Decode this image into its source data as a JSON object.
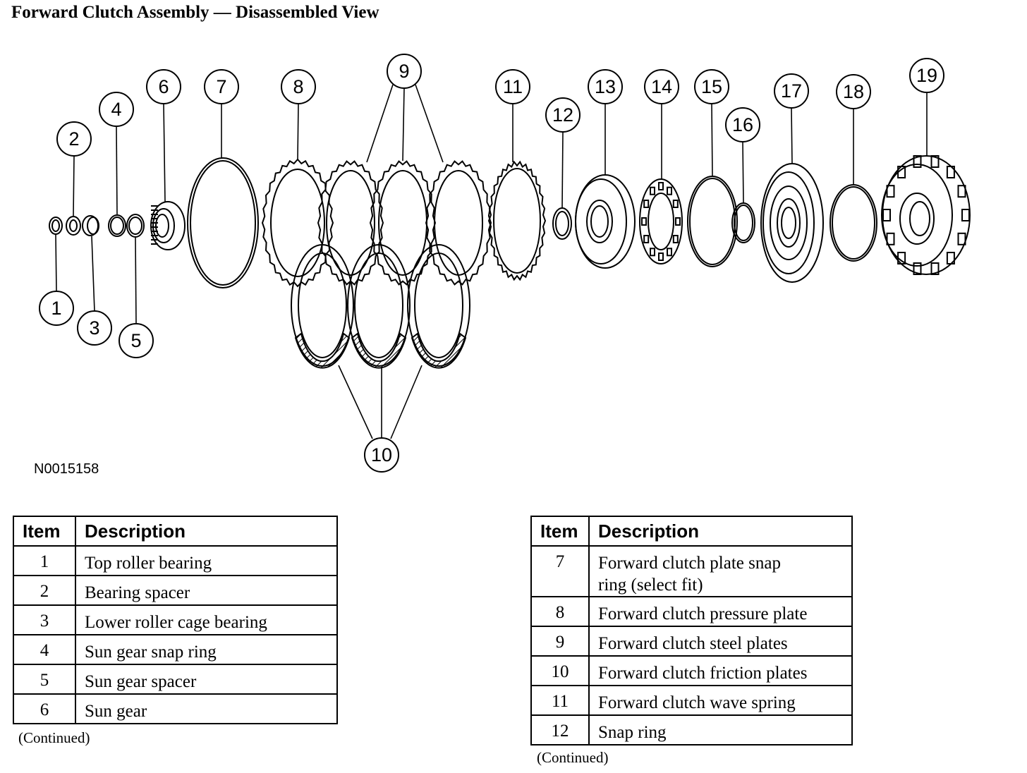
{
  "title": "Forward Clutch Assembly — Disassembled View",
  "figure_id": "N0015158",
  "callouts": [
    "1",
    "2",
    "3",
    "4",
    "5",
    "6",
    "7",
    "8",
    "9",
    "10",
    "11",
    "12",
    "13",
    "14",
    "15",
    "16",
    "17",
    "18",
    "19"
  ],
  "tables": {
    "left": {
      "headers": {
        "item": "Item",
        "description": "Description"
      },
      "rows": [
        {
          "item": "1",
          "description": "Top roller bearing"
        },
        {
          "item": "2",
          "description": "Bearing spacer"
        },
        {
          "item": "3",
          "description": "Lower roller cage bearing"
        },
        {
          "item": "4",
          "description": "Sun gear snap ring"
        },
        {
          "item": "5",
          "description": "Sun gear spacer"
        },
        {
          "item": "6",
          "description": "Sun gear"
        }
      ],
      "continued": "(Continued)"
    },
    "right": {
      "headers": {
        "item": "Item",
        "description": "Description"
      },
      "rows": [
        {
          "item": "7",
          "description": "Forward clutch plate snap ring (select fit)"
        },
        {
          "item": "8",
          "description": "Forward clutch pressure plate"
        },
        {
          "item": "9",
          "description": "Forward clutch steel plates"
        },
        {
          "item": "10",
          "description": "Forward clutch friction plates"
        },
        {
          "item": "11",
          "description": "Forward clutch wave spring"
        },
        {
          "item": "12",
          "description": "Snap ring"
        }
      ],
      "continued": "(Continued)"
    }
  }
}
